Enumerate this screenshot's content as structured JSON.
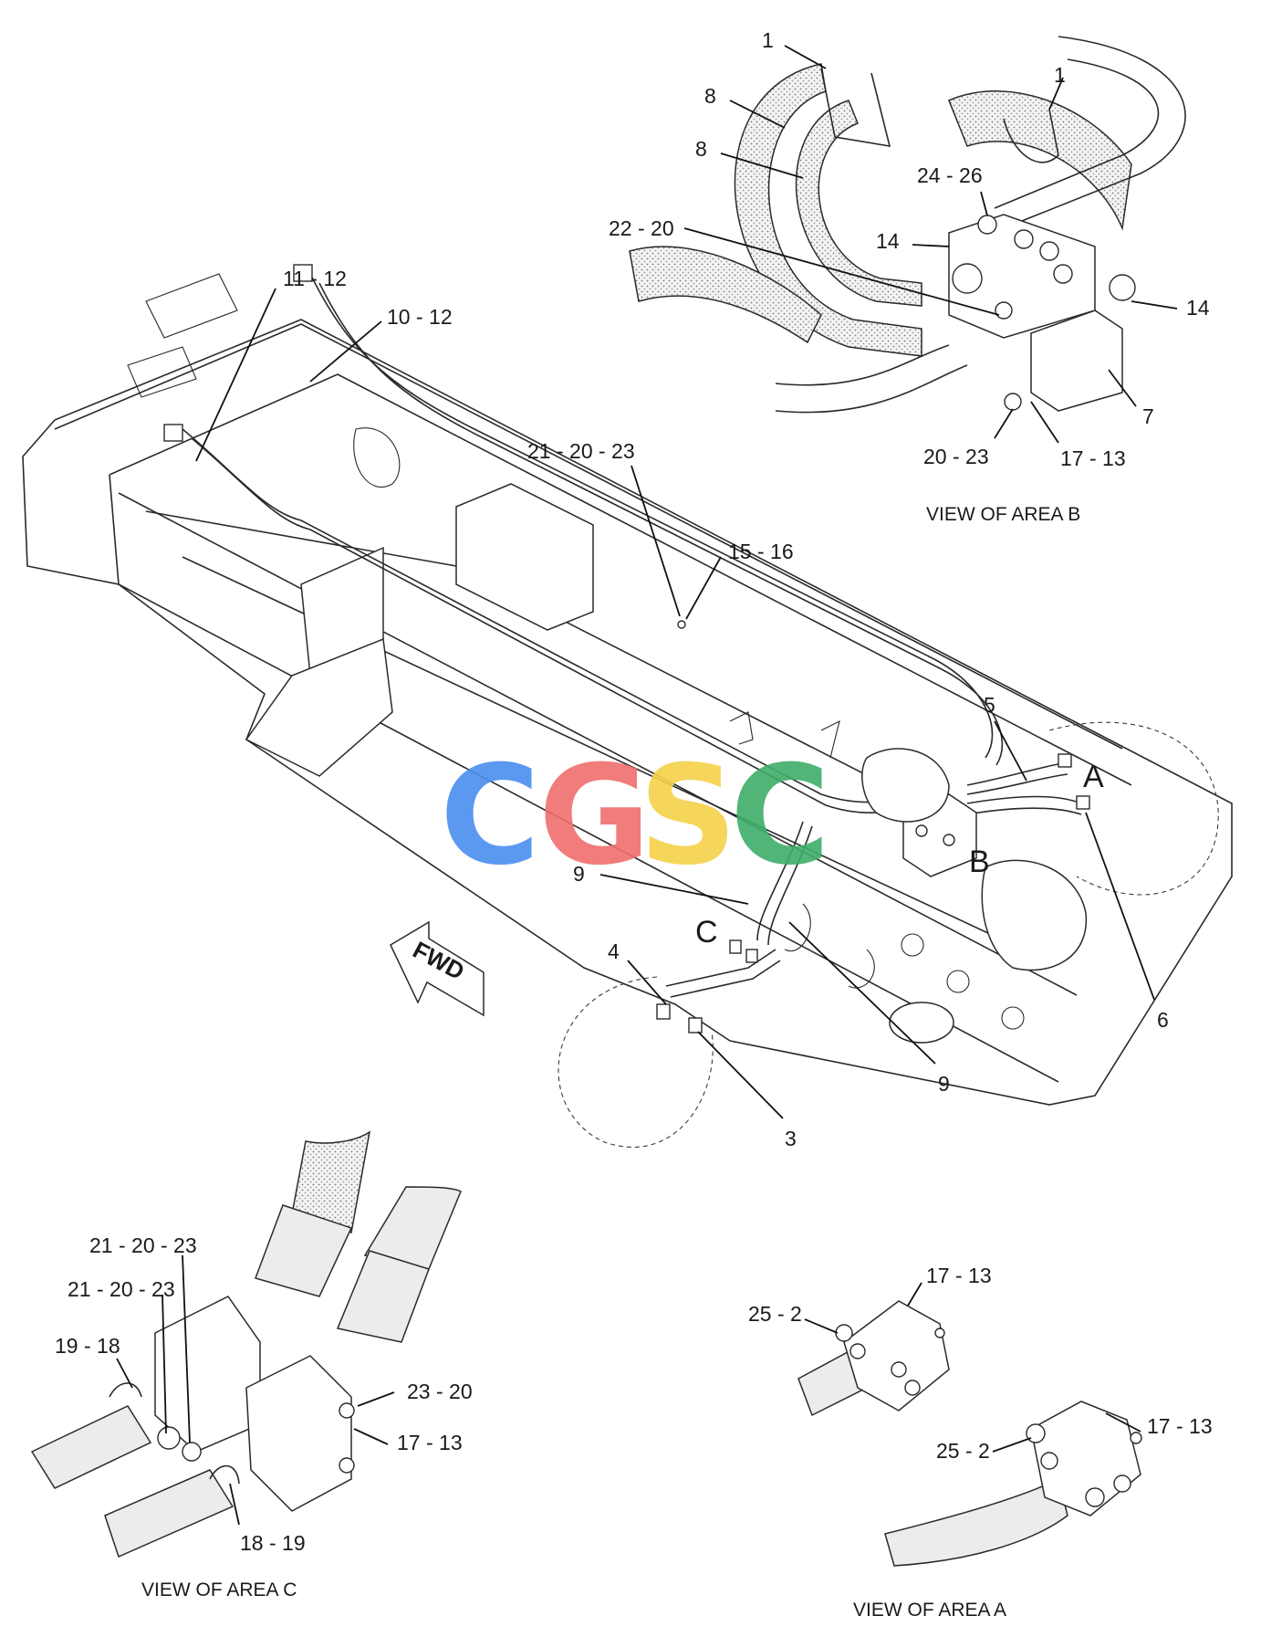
{
  "callouts": {
    "b_1a": "1",
    "b_1b": "1",
    "b_8a": "8",
    "b_8b": "8",
    "b_24_26": "24 - 26",
    "b_22_20": "22 - 20",
    "b_14a": "14",
    "b_14b": "14",
    "b_7": "7",
    "b_20_23": "20 - 23",
    "b_17_13": "17 - 13",
    "m_11_12": "11 - 12",
    "m_10_12": "10 - 12",
    "m_21_20_23": "21 - 20 - 23",
    "m_15_16": "15 - 16",
    "m_5": "5",
    "m_9a": "9",
    "m_9b": "9",
    "m_4": "4",
    "m_3": "3",
    "m_6": "6",
    "c_21_20_23a": "21 - 20 - 23",
    "c_21_20_23b": "21 - 20 - 23",
    "c_19_18": "19 - 18",
    "c_23_20": "23 - 20",
    "c_17_13": "17 - 13",
    "c_18_19": "18 - 19",
    "a_17_13a": "17 - 13",
    "a_25_2a": "25 - 2",
    "a_17_13b": "17 - 13",
    "a_25_2b": "25 - 2"
  },
  "area_letters": {
    "a": "A",
    "b": "B",
    "c": "C"
  },
  "view_captions": {
    "area_b": "VIEW OF AREA B",
    "area_c": "VIEW OF AREA C",
    "area_a": "VIEW OF AREA A"
  },
  "fwd_arrow": {
    "label": "FWD"
  },
  "watermark": {
    "letters": [
      "C",
      "G",
      "S",
      "C"
    ],
    "colors": [
      "#4a8ff0",
      "#f06e6e",
      "#f5d24a",
      "#3fae6a"
    ]
  }
}
